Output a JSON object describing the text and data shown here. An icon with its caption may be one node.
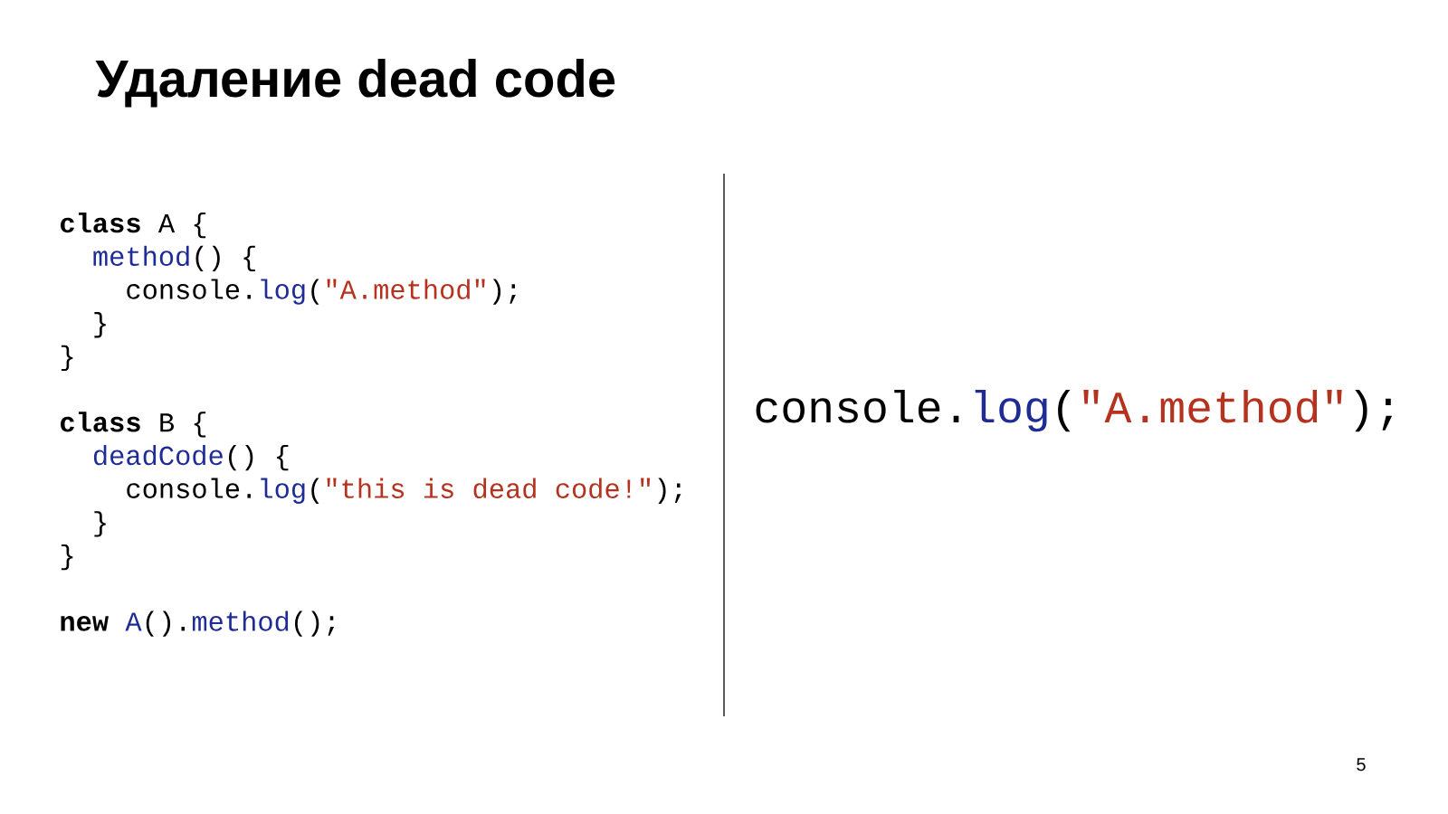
{
  "diagram": {
    "title": "Удаление dead code",
    "labels": [
      "class",
      "A {",
      "method",
      "() {",
      "console.",
      "log",
      "(",
      "\"A.method\"",
      ");",
      "}",
      "}",
      "class",
      "B {",
      "deadCode",
      "() {",
      "console.",
      "log",
      "(",
      "\"this is dead code!\"",
      ");",
      "}",
      "}",
      "new",
      "A",
      "().",
      "method",
      "();",
      "console.",
      "log",
      "(",
      "\"A.method\"",
      ");",
      "5"
    ]
  }
}
